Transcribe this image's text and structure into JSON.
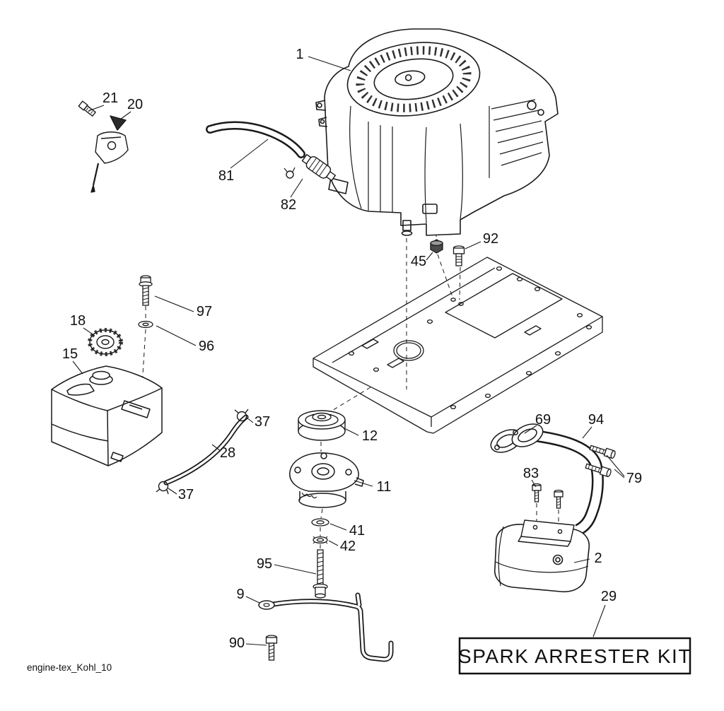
{
  "diagram": {
    "figure_id": "engine-tex_Kohl_10",
    "kit_box_label": "SPARK ARRESTER KIT",
    "accent_color": "#1a1a1a",
    "callouts": [
      {
        "id": "1"
      },
      {
        "id": "21"
      },
      {
        "id": "20"
      },
      {
        "id": "81"
      },
      {
        "id": "82"
      },
      {
        "id": "92"
      },
      {
        "id": "45"
      },
      {
        "id": "97"
      },
      {
        "id": "18"
      },
      {
        "id": "96"
      },
      {
        "id": "15"
      },
      {
        "id": "37"
      },
      {
        "id": "12"
      },
      {
        "id": "28"
      },
      {
        "id": "69"
      },
      {
        "id": "94"
      },
      {
        "id": "11"
      },
      {
        "id": "83"
      },
      {
        "id": "79"
      },
      {
        "id": "37"
      },
      {
        "id": "41"
      },
      {
        "id": "42"
      },
      {
        "id": "2"
      },
      {
        "id": "95"
      },
      {
        "id": "9"
      },
      {
        "id": "29"
      },
      {
        "id": "90"
      }
    ]
  }
}
